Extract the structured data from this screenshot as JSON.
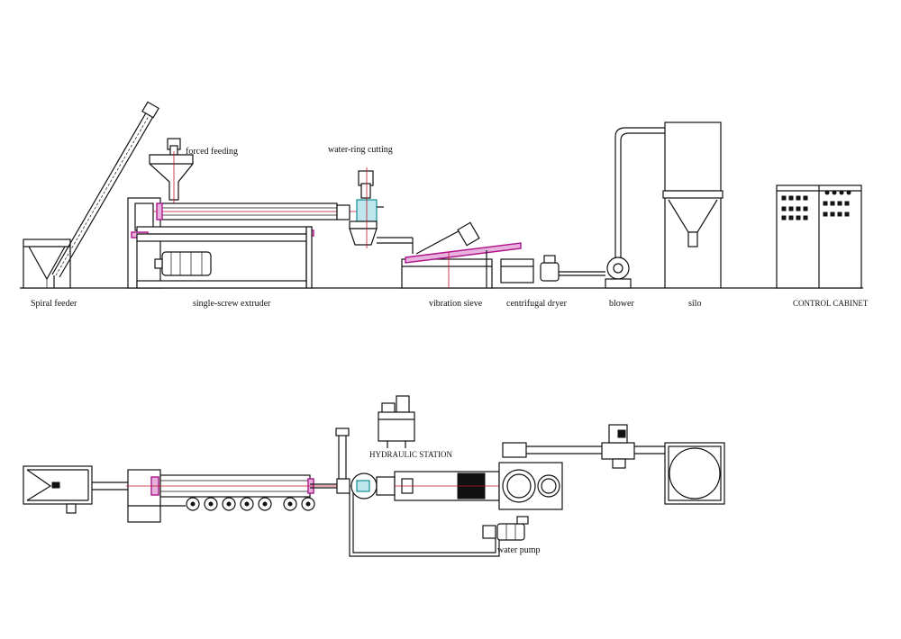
{
  "labels_top": {
    "spiral_feeder": "Spiral feeder",
    "forced_feeding": "forced feeding",
    "water_ring_cutting": "water-ring cutting",
    "single_screw_extruder": "single-screw extruder",
    "vibration_sieve": "vibration sieve",
    "centrifugal_dryer": "centrifugal dryer",
    "blower": "blower",
    "silo": "silo",
    "control_cabinet": "CONTROL CABINET"
  },
  "labels_bottom": {
    "hydraulic_station": "HYDRAULIC STATION",
    "water_pump": "water pump"
  },
  "colors": {
    "line": "#111111",
    "accent_red": "#c0142a",
    "accent_magenta": "#b0148c",
    "accent_teal": "#138c9a"
  }
}
